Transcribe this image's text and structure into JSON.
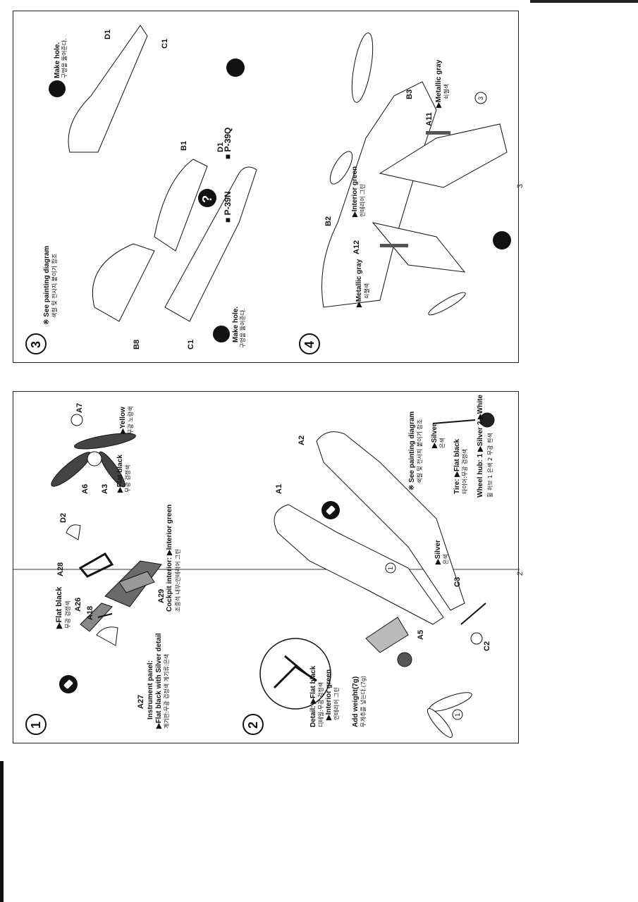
{
  "pages": {
    "left": "2",
    "right": "3"
  },
  "steps": {
    "s1": "1",
    "s2": "2",
    "s3": "3",
    "s4": "4"
  },
  "parts": {
    "A1": "A1",
    "A2": "A2",
    "A3": "A3",
    "A5": "A5",
    "A6": "A6",
    "A7": "A7",
    "A11": "A11",
    "A12": "A12",
    "A18": "A18",
    "A26": "A26",
    "A27": "A27",
    "A28": "A28",
    "A29": "A29",
    "B1": "B1",
    "B2": "B2",
    "B3": "B3",
    "B8": "B8",
    "C1a": "C1",
    "C1b": "C1",
    "C2": "C2",
    "C3": "C3",
    "D1a": "D1",
    "D1b": "D1",
    "D2": "D2"
  },
  "step1": {
    "flat_black_a26": "▶Flat black",
    "flat_black_a26_ko": "무광 검정색",
    "instrument_panel": "Instrument panel:",
    "instrument_panel_detail": "▶Flat black with Silver detail",
    "instrument_panel_ko": "계기판:무광 검정색  계기류:은색",
    "cockpit_interior": "Cockpit interior: ▶Interior green",
    "cockpit_interior_ko": "조종석 내부:인테리어 그린",
    "flat_black_prop": "▶Flat black",
    "flat_black_prop_ko": "무광 검정색",
    "yellow": "▶Yellow",
    "yellow_ko": "무광 노랑색"
  },
  "step2": {
    "detail": "Detail: ▶Flat black",
    "detail_ko": "디테일:무광 검정색",
    "interior_green": "▶Interior green",
    "interior_green_ko": "인테리어 그린",
    "add_weight": "Add weight(7g)",
    "add_weight_ko": "무게추를 넣는다.(7g)",
    "see_painting": "※ See painting diagram",
    "see_painting_ko": "색칠 및 전사지 붙이기 참조",
    "silver_gear": "▶Silver",
    "silver_gear_ko": "은색",
    "silver_c3": "▶Silver",
    "silver_c3_ko": "은색",
    "tire": "Tire: ▶Flat black",
    "tire_ko": "타이어:무광 검정색",
    "wheel_hub": "Wheel hub: 1 ▶Silver  2 ▶White",
    "wheel_hub_ko": "휠 허브 1 은색  2 무광 흰색",
    "circle_ref_1": "1",
    "circle_ref_2": "1"
  },
  "step3": {
    "see_painting": "※ See painting diagram",
    "see_painting_ko": "색칠 및 전사지 붙이기 참조",
    "p39n": "■ P-39N",
    "p39q": "■ P-39Q",
    "make_hole_1": "Make hole.",
    "make_hole_1_ko": "구멍을 뚫어준다.",
    "make_hole_2": "Make hole.",
    "make_hole_2_ko": "구멍을 뚫어준다.",
    "question": "?"
  },
  "step4": {
    "interior_green": "▶Interior green",
    "interior_green_ko": "인테리어 그린",
    "metallic_gray_a12": "▶Metallic gray",
    "metallic_gray_a12_ko": "쇠철색",
    "metallic_gray_a11": "▶Metallic gray",
    "metallic_gray_a11_ko": "쇠철색",
    "circle_ref": "3"
  }
}
